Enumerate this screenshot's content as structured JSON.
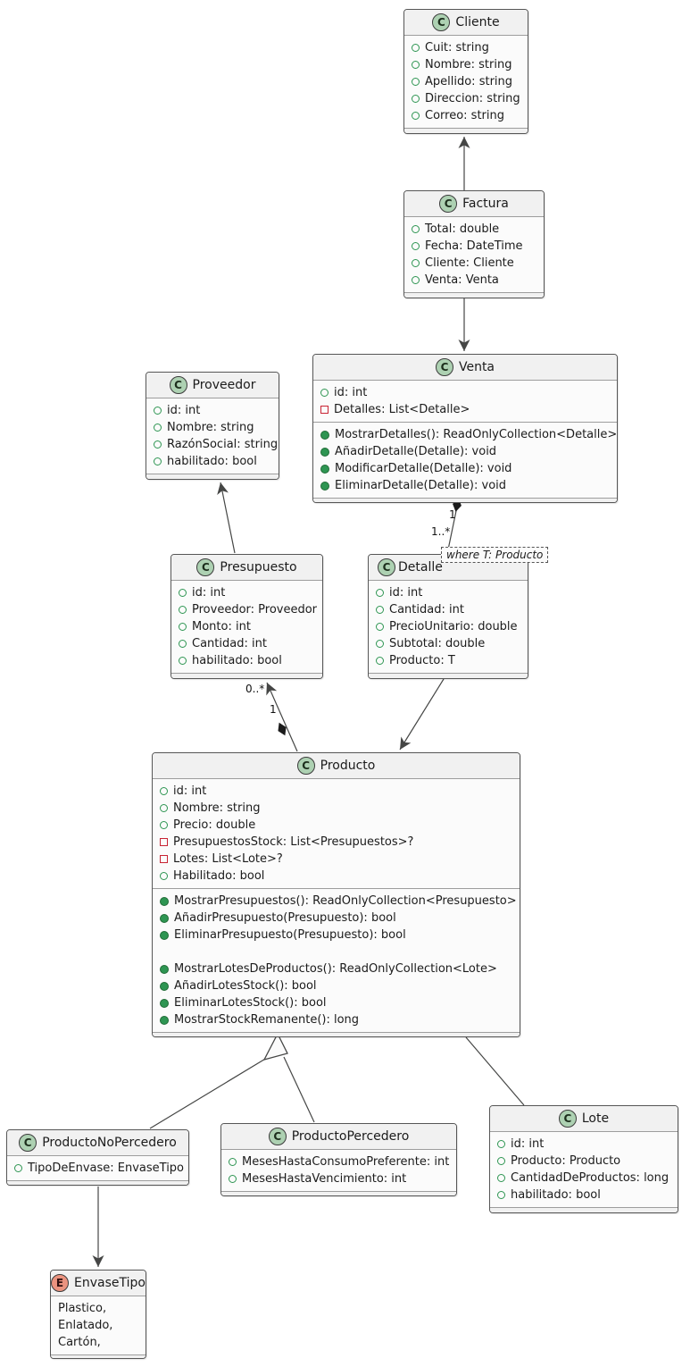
{
  "colors": {
    "class_spot_bg": "#ADD1B2",
    "enum_spot_bg": "#EB937F",
    "header_bg": "#F1F1F1",
    "body_bg": "#FBFBFB",
    "border": "#565656",
    "line": "#454645",
    "visibility_green": "#2E9552",
    "visibility_red": "#C82333"
  },
  "note": {
    "text": "where T: Producto"
  },
  "edge_labels": {
    "venta_detalle_owner": "1",
    "venta_detalle_many": "1..*",
    "producto_presupuesto_owner": "1",
    "producto_presupuesto_many": "0..*"
  },
  "classes": {
    "cliente": {
      "spot": "C",
      "name": "Cliente",
      "sections": [
        [
          {
            "vis": "field-public",
            "text": "Cuit: string"
          },
          {
            "vis": "field-public",
            "text": "Nombre: string"
          },
          {
            "vis": "field-public",
            "text": "Apellido: string"
          },
          {
            "vis": "field-public",
            "text": "Direccion: string"
          },
          {
            "vis": "field-public",
            "text": "Correo: string"
          }
        ]
      ]
    },
    "factura": {
      "spot": "C",
      "name": "Factura",
      "sections": [
        [
          {
            "vis": "field-public",
            "text": "Total: double"
          },
          {
            "vis": "field-public",
            "text": "Fecha: DateTime"
          },
          {
            "vis": "field-public",
            "text": "Cliente: Cliente"
          },
          {
            "vis": "field-public",
            "text": "Venta: Venta"
          }
        ]
      ]
    },
    "venta": {
      "spot": "C",
      "name": "Venta",
      "sections": [
        [
          {
            "vis": "field-public",
            "text": "id: int"
          },
          {
            "vis": "field-private",
            "text": "Detalles: List<Detalle>"
          }
        ],
        [
          {
            "vis": "method-public",
            "text": "MostrarDetalles(): ReadOnlyCollection<Detalle>"
          },
          {
            "vis": "method-public",
            "text": "AñadirDetalle(Detalle): void"
          },
          {
            "vis": "method-public",
            "text": "ModificarDetalle(Detalle): void"
          },
          {
            "vis": "method-public",
            "text": "EliminarDetalle(Detalle): void"
          }
        ]
      ]
    },
    "proveedor": {
      "spot": "C",
      "name": "Proveedor",
      "sections": [
        [
          {
            "vis": "field-public",
            "text": "id: int"
          },
          {
            "vis": "field-public",
            "text": "Nombre: string"
          },
          {
            "vis": "field-public",
            "text": "RazónSocial: string"
          },
          {
            "vis": "field-public",
            "text": "habilitado: bool"
          }
        ]
      ]
    },
    "presupuesto": {
      "spot": "C",
      "name": "Presupuesto",
      "sections": [
        [
          {
            "vis": "field-public",
            "text": "id: int"
          },
          {
            "vis": "field-public",
            "text": "Proveedor: Proveedor"
          },
          {
            "vis": "field-public",
            "text": "Monto: int"
          },
          {
            "vis": "field-public",
            "text": "Cantidad: int"
          },
          {
            "vis": "field-public",
            "text": "habilitado: bool"
          }
        ]
      ]
    },
    "detalle": {
      "spot": "C",
      "name": "Detalle",
      "sections": [
        [
          {
            "vis": "field-public",
            "text": "id: int"
          },
          {
            "vis": "field-public",
            "text": "Cantidad: int"
          },
          {
            "vis": "field-public",
            "text": "PrecioUnitario: double"
          },
          {
            "vis": "field-public",
            "text": "Subtotal: double"
          },
          {
            "vis": "field-public",
            "text": "Producto: T"
          }
        ]
      ]
    },
    "producto": {
      "spot": "C",
      "name": "Producto",
      "sections": [
        [
          {
            "vis": "field-public",
            "text": "id: int"
          },
          {
            "vis": "field-public",
            "text": "Nombre: string"
          },
          {
            "vis": "field-public",
            "text": "Precio: double"
          },
          {
            "vis": "field-private",
            "text": "PresupuestosStock: List<Presupuestos>?"
          },
          {
            "vis": "field-private",
            "text": "Lotes: List<Lote>?"
          },
          {
            "vis": "field-public",
            "text": "Habilitado: bool"
          }
        ],
        [
          {
            "vis": "method-public",
            "text": "MostrarPresupuestos(): ReadOnlyCollection<Presupuesto>"
          },
          {
            "vis": "method-public",
            "text": "AñadirPresupuesto(Presupuesto): bool"
          },
          {
            "vis": "method-public",
            "text": "EliminarPresupuesto(Presupuesto): bool"
          },
          {
            "vis": "blank",
            "text": ""
          },
          {
            "vis": "method-public",
            "text": "MostrarLotesDeProductos(): ReadOnlyCollection<Lote>"
          },
          {
            "vis": "method-public",
            "text": "AñadirLotesStock(): bool"
          },
          {
            "vis": "method-public",
            "text": "EliminarLotesStock(): bool"
          },
          {
            "vis": "method-public",
            "text": "MostrarStockRemanente(): long"
          }
        ]
      ]
    },
    "productonopercedero": {
      "spot": "C",
      "name": "ProductoNoPercedero",
      "sections": [
        [
          {
            "vis": "field-public",
            "text": "TipoDeEnvase: EnvaseTipo"
          }
        ]
      ]
    },
    "productopercedero": {
      "spot": "C",
      "name": "ProductoPercedero",
      "sections": [
        [
          {
            "vis": "field-public",
            "text": "MesesHastaConsumoPreferente: int"
          },
          {
            "vis": "field-public",
            "text": "MesesHastaVencimiento: int"
          }
        ]
      ]
    },
    "lote": {
      "spot": "C",
      "name": "Lote",
      "sections": [
        [
          {
            "vis": "field-public",
            "text": "id: int"
          },
          {
            "vis": "field-public",
            "text": "Producto: Producto"
          },
          {
            "vis": "field-public",
            "text": "CantidadDeProductos: long"
          },
          {
            "vis": "field-public",
            "text": "habilitado: bool"
          }
        ]
      ]
    },
    "envasetipo": {
      "spot": "E",
      "name": "EnvaseTipo",
      "sections": [
        [
          {
            "vis": "none",
            "text": "Plastico,"
          },
          {
            "vis": "none",
            "text": "Enlatado,"
          },
          {
            "vis": "none",
            "text": "Cartón,"
          }
        ]
      ]
    }
  }
}
